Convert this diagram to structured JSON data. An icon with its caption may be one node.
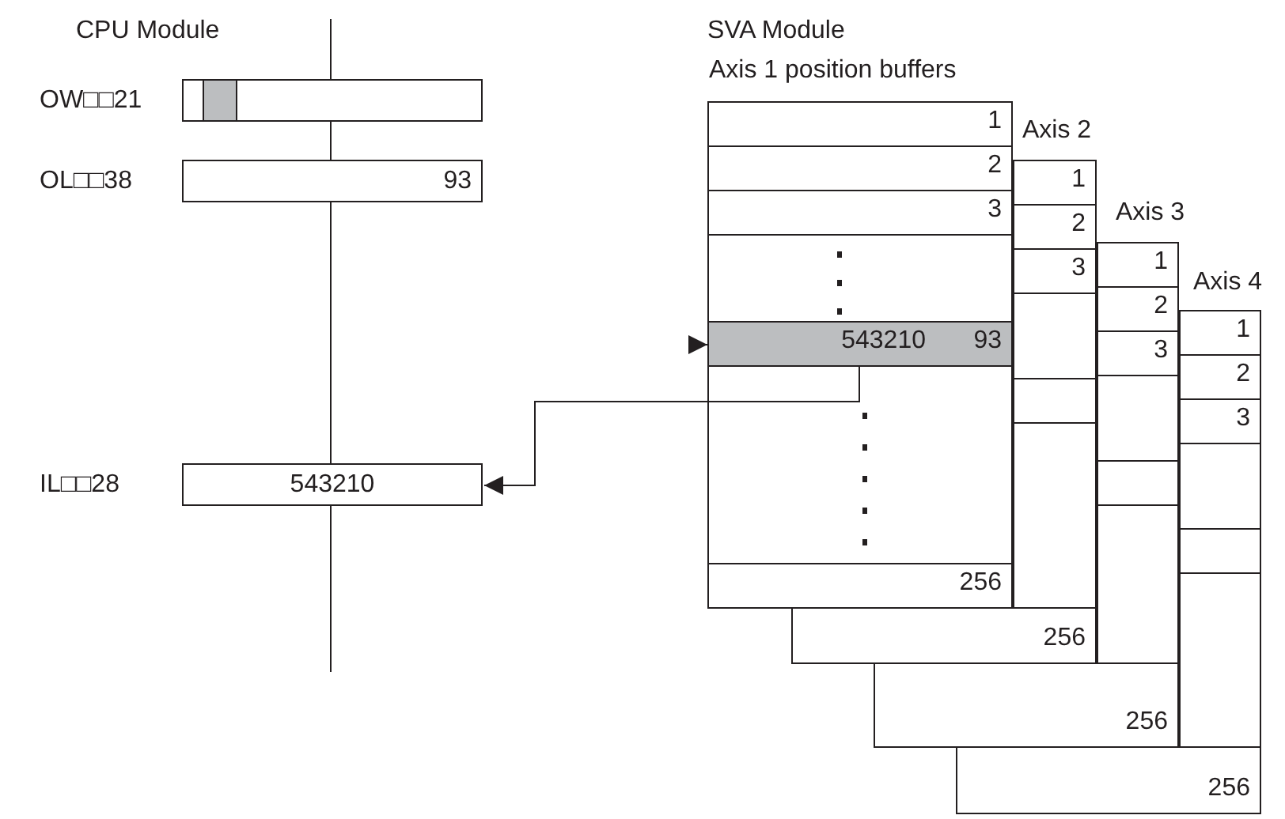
{
  "diagram": {
    "nodes": [
      {
        "text": [],
        "shape": "box",
        "beside": [
          "OW□□21"
        ]
      },
      {
        "text": [
          "93"
        ],
        "beside": [
          "OL□□38"
        ]
      },
      {
        "text": [
          "543210"
        ],
        "beside": [
          "IL□□28"
        ]
      },
      {
        "text": [
          "Axis 1 position buffers"
        ]
      },
      {
        "text": [
          "1"
        ],
        "in": 3
      },
      {
        "text": [
          "2"
        ],
        "in": 3
      },
      {
        "text": [
          "3"
        ],
        "in": 3
      },
      {
        "text": [
          "543210",
          "93"
        ],
        "in": 3
      },
      {
        "text": [
          "256"
        ],
        "in": 3
      },
      {
        "text": [
          "Axis 2"
        ]
      },
      {
        "text": [
          "1"
        ],
        "in": 9
      },
      {
        "text": [
          "2"
        ],
        "in": 9
      },
      {
        "text": [
          "3"
        ],
        "in": 9
      },
      {
        "text": [
          "256"
        ]
      },
      {
        "text": [
          "Axis 3"
        ]
      },
      {
        "text": [
          "1"
        ],
        "in": 14
      },
      {
        "text": [
          "2"
        ],
        "in": 14
      },
      {
        "text": [
          "3"
        ],
        "in": 14
      },
      {
        "text": [
          "256"
        ]
      },
      {
        "text": [
          "Axis 4"
        ]
      },
      {
        "text": [
          "1"
        ],
        "in": 19
      },
      {
        "text": [
          "2"
        ],
        "in": 19
      },
      {
        "text": [
          "3"
        ],
        "in": 19
      },
      {
        "text": [
          "256"
        ]
      }
    ],
    "edges": [
      {
        "from": null,
        "to": 7,
        "arrow": "to"
      },
      {
        "from": 7,
        "to": 2,
        "arrow": "to"
      }
    ],
    "labels": [
      "CPU Module",
      "SVA Module"
    ]
  }
}
